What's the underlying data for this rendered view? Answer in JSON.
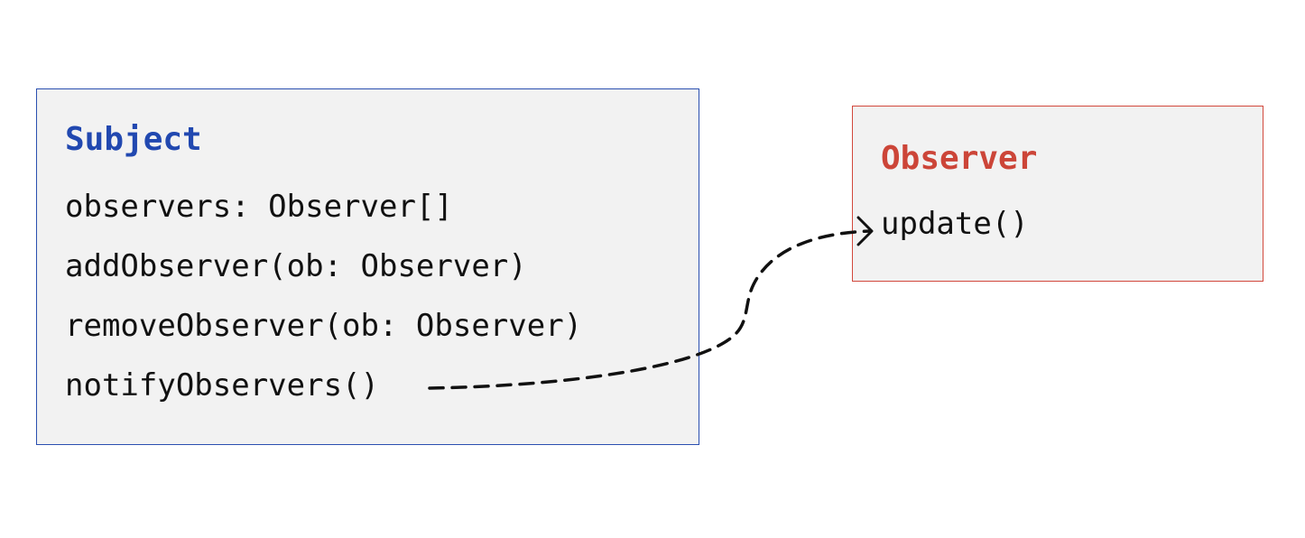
{
  "diagram": {
    "subject": {
      "title": "Subject",
      "members": [
        "observers: Observer[]",
        "addObserver(ob: Observer)",
        "removeObserver(ob: Observer)",
        "notifyObservers()"
      ]
    },
    "observer": {
      "title": "Observer",
      "members": [
        "update()"
      ]
    },
    "colors": {
      "subject_accent": "#2148b0",
      "observer_accent": "#cc4538",
      "box_fill": "#f2f2f2",
      "connector": "#111111"
    },
    "connector": {
      "from": "notifyObservers()",
      "to": "update()",
      "style": "dashed",
      "arrowhead": "open"
    }
  }
}
